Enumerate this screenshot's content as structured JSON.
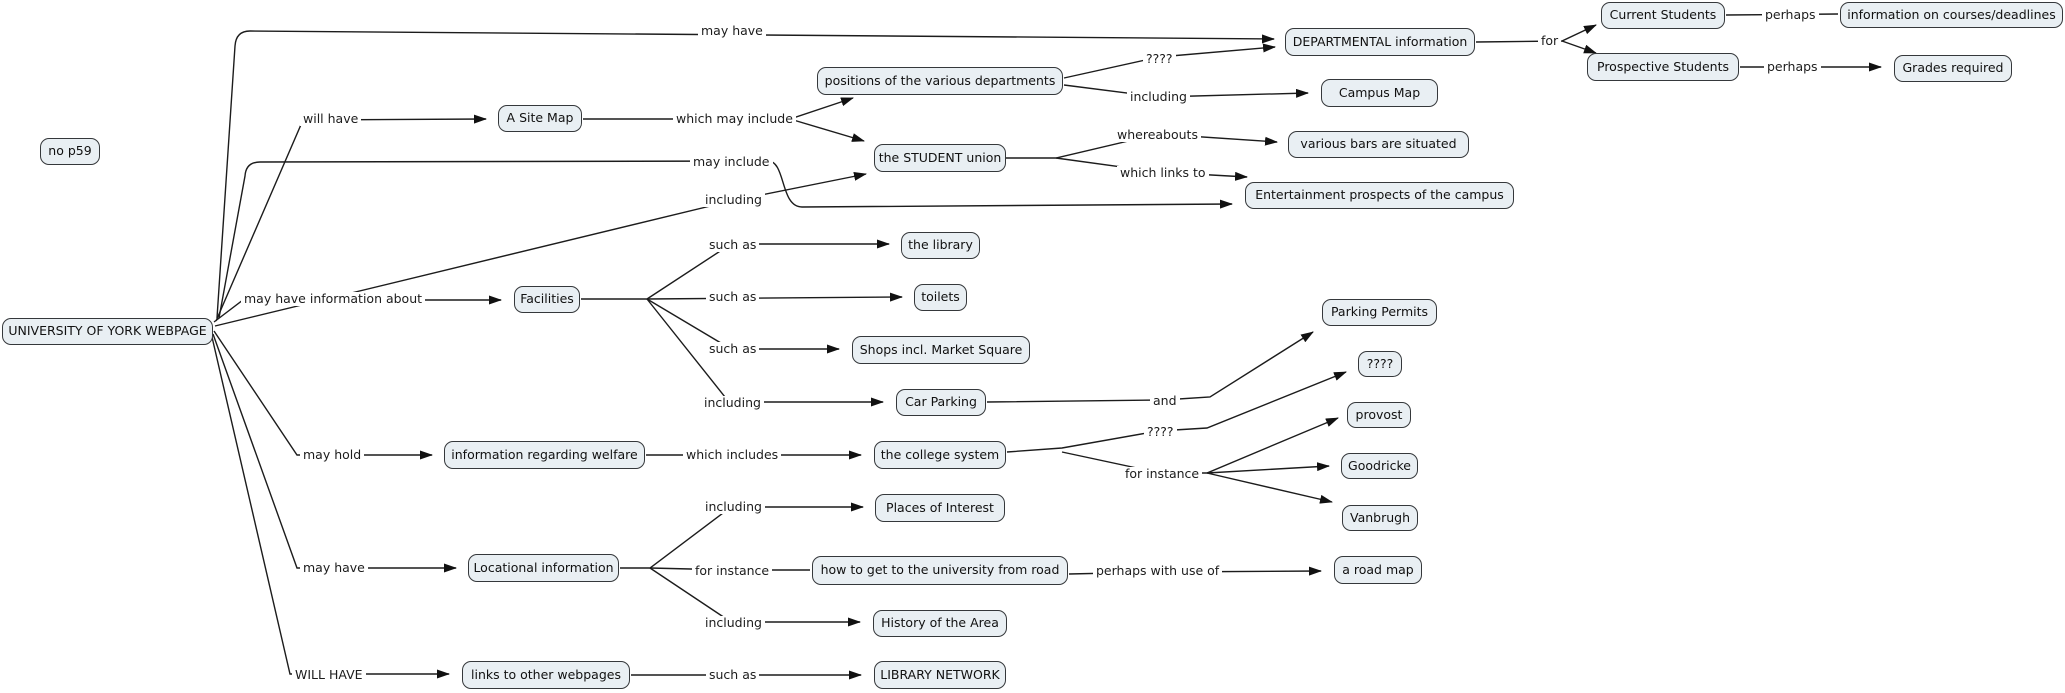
{
  "diagram": {
    "title": "UNIVERSITY OF YORK WEBPAGE concept map",
    "colors": {
      "node_fill": "#e9eff3",
      "node_border": "#35383b",
      "edge": "#1c1c1c",
      "background": "#ffffff"
    }
  },
  "nodes": {
    "no_p59": "no p59",
    "root": "UNIVERSITY OF YORK WEBPAGE",
    "site_map": "A Site Map",
    "positions_departments": "positions of the various departments",
    "student_union": "the STUDENT union",
    "departmental_info": "DEPARTMENTAL information",
    "campus_map": "Campus Map",
    "various_bars": "various bars are situated",
    "entertainment": "Entertainment prospects of the campus",
    "current_students": "Current Students",
    "info_courses": "information on courses/deadlines",
    "prospective_students": "Prospective Students",
    "grades_required": "Grades required",
    "the_library": "the library",
    "toilets": "toilets",
    "shops": "Shops incl. Market Square",
    "facilities": "Facilities",
    "car_parking": "Car Parking",
    "parking_permits": "Parking Permits",
    "unknown_node": "????",
    "provost": "provost",
    "goodricke": "Goodricke",
    "vanbrugh": "Vanbrugh",
    "info_welfare": "information regarding welfare",
    "college_system": "the college system",
    "places_interest": "Places of Interest",
    "locational_info": "Locational information",
    "how_to_get": "how to get to the university from road",
    "road_map": "a road map",
    "history_area": "History of the Area",
    "links_webpages": "links to other webpages",
    "library_network": "LIBRARY NETWORK"
  },
  "labels": {
    "may_have_top": "may have",
    "will_have": "will have",
    "which_may_include": "which may include",
    "unknown_top": "????",
    "including_campus": "including",
    "whereabouts": "whereabouts",
    "which_links_to": "which links to",
    "for": "for",
    "perhaps_top": "perhaps",
    "perhaps_bottom": "perhaps",
    "may_include": "may include",
    "including_union": "including",
    "may_have_info_about": "may have information about",
    "such_as_library": "such as",
    "such_as_toilets": "such as",
    "such_as_shops": "such as",
    "including_parking": "including",
    "and": "and",
    "unknown_college": "????",
    "may_hold": "may hold",
    "which_includes": "which includes",
    "for_instance_college": "for instance",
    "including_places": "including",
    "may_have_bottom": "may have",
    "for_instance_loc": "for instance",
    "perhaps_with_use_of": "perhaps with use of",
    "including_history": "including",
    "will_have_caps": "WILL HAVE",
    "such_as_network": "such as"
  }
}
